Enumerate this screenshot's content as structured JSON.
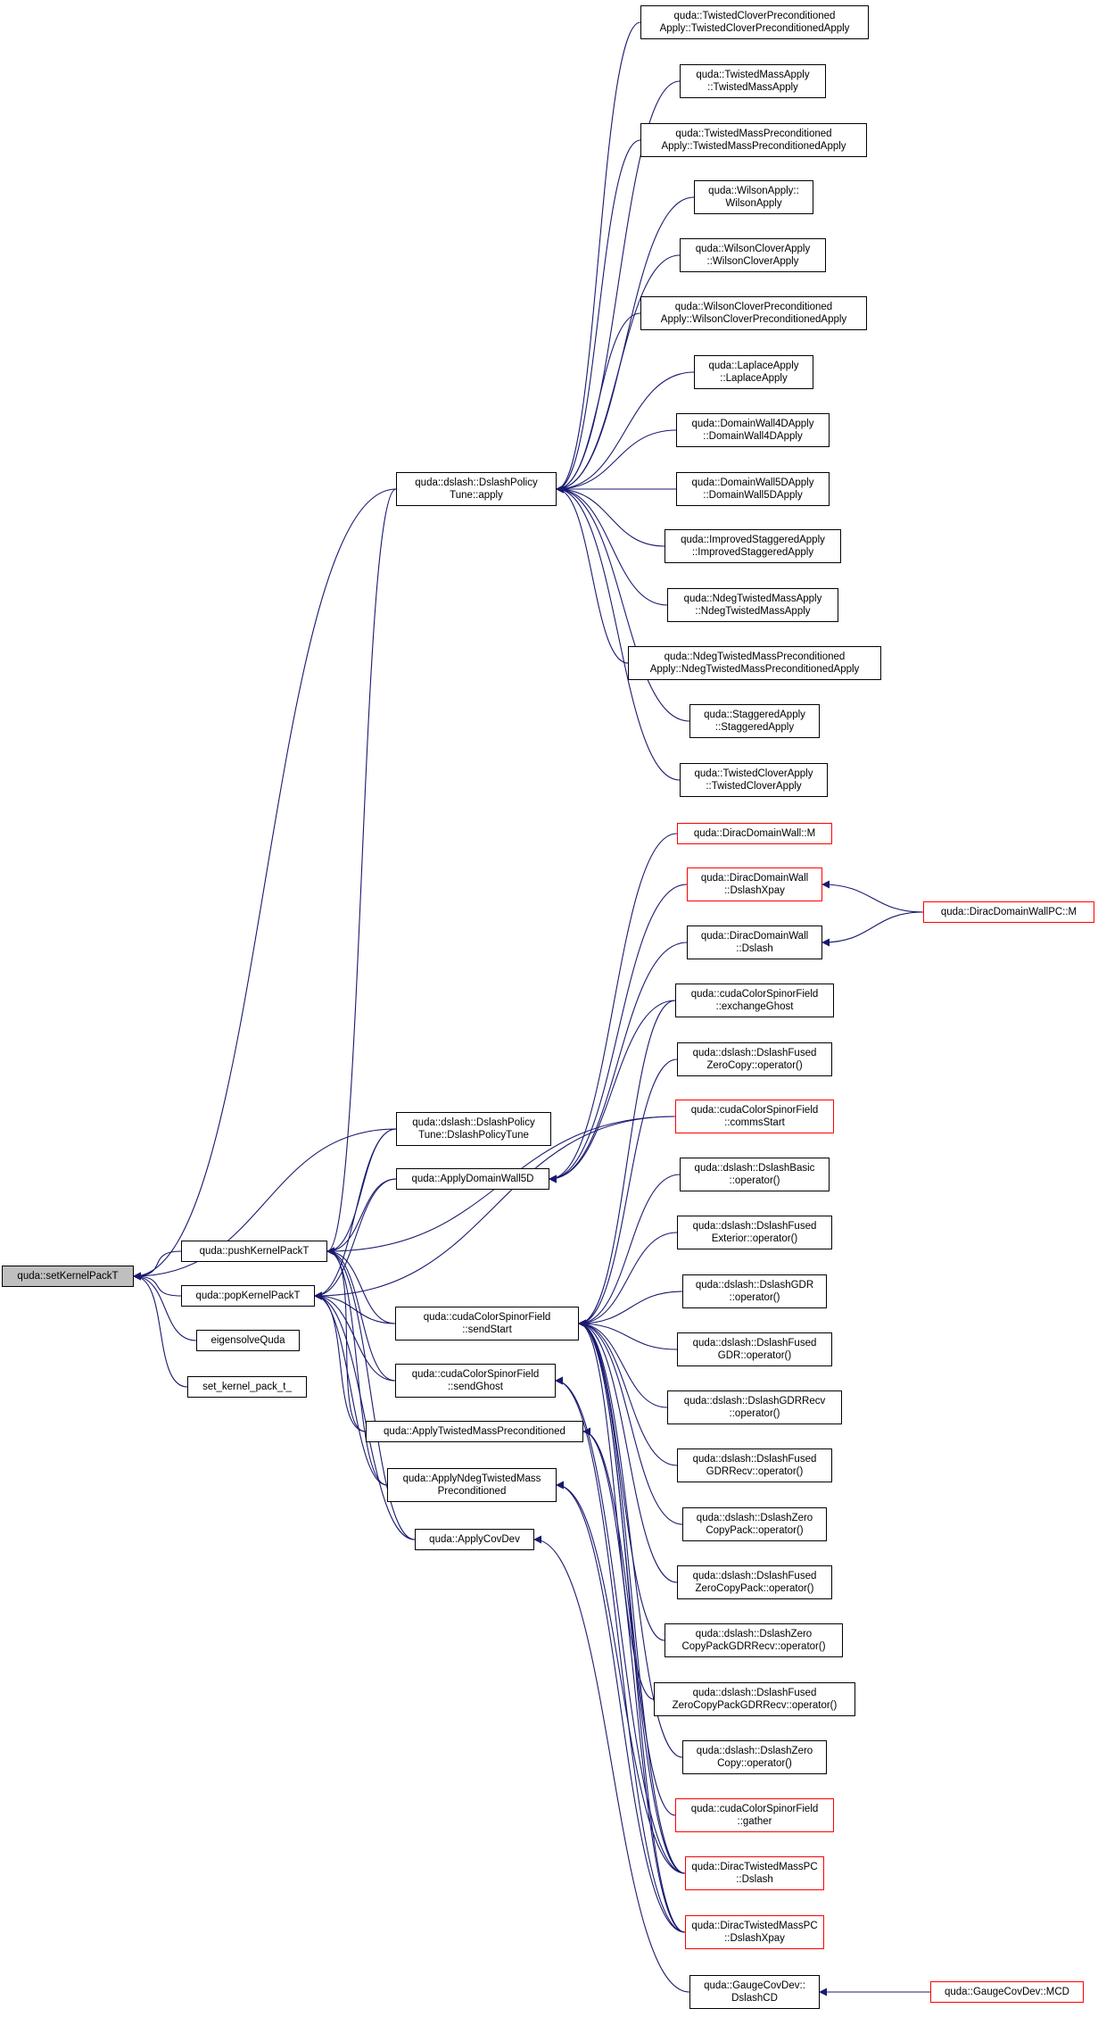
{
  "graph": {
    "edge_color": "#191970",
    "root": {
      "label": "quda::setKernelPackT",
      "highlight": "#bfbfbf"
    },
    "nodes": {
      "n_root": [
        "quda::setKernelPackT"
      ],
      "n_push": [
        "quda::pushKernelPackT"
      ],
      "n_pop": [
        "quda::popKernelPackT"
      ],
      "n_eig": [
        "eigensolveQuda"
      ],
      "n_set": [
        "set_kernel_pack_t_"
      ],
      "n_dpt": [
        "quda::dslash::DslashPolicy",
        "Tune::apply"
      ],
      "n_dptc": [
        "quda::dslash::DslashPolicy",
        "Tune::DslashPolicyTune"
      ],
      "n_adw5": [
        "quda::ApplyDomainWall5D"
      ],
      "n_sendstart": [
        "quda::cudaColorSpinorField",
        "::sendStart"
      ],
      "n_sendghost": [
        "quda::cudaColorSpinorField",
        "::sendGhost"
      ],
      "n_atmp": [
        "quda::ApplyTwistedMassPreconditioned"
      ],
      "n_antm": [
        "quda::ApplyNdegTwistedMass",
        "Preconditioned"
      ],
      "n_acov": [
        "quda::ApplyCovDev"
      ],
      "r_tcpa": [
        "quda::TwistedCloverPreconditioned",
        "Apply::TwistedCloverPreconditionedApply"
      ],
      "r_tma": [
        "quda::TwistedMassApply",
        "::TwistedMassApply"
      ],
      "r_tmpa": [
        "quda::TwistedMassPreconditioned",
        "Apply::TwistedMassPreconditionedApply"
      ],
      "r_wa": [
        "quda::WilsonApply::",
        "WilsonApply"
      ],
      "r_wca": [
        "quda::WilsonCloverApply",
        "::WilsonCloverApply"
      ],
      "r_wcpa": [
        "quda::WilsonCloverPreconditioned",
        "Apply::WilsonCloverPreconditionedApply"
      ],
      "r_la": [
        "quda::LaplaceApply",
        "::LaplaceApply"
      ],
      "r_dw4": [
        "quda::DomainWall4DApply",
        "::DomainWall4DApply"
      ],
      "r_dw5": [
        "quda::DomainWall5DApply",
        "::DomainWall5DApply"
      ],
      "r_isa": [
        "quda::ImprovedStaggeredApply",
        "::ImprovedStaggeredApply"
      ],
      "r_ntm": [
        "quda::NdegTwistedMassApply",
        "::NdegTwistedMassApply"
      ],
      "r_ntmp": [
        "quda::NdegTwistedMassPreconditioned",
        "Apply::NdegTwistedMassPreconditionedApply"
      ],
      "r_sa": [
        "quda::StaggeredApply",
        "::StaggeredApply"
      ],
      "r_tca": [
        "quda::TwistedCloverApply",
        "::TwistedCloverApply"
      ],
      "r_ddwm": [
        "quda::DiracDomainWall::M"
      ],
      "r_ddwx": [
        "quda::DiracDomainWall",
        "::DslashXpay"
      ],
      "r_ddwd": [
        "quda::DiracDomainWall",
        "::Dslash"
      ],
      "r_xg": [
        "quda::cudaColorSpinorField",
        "::exchangeGhost"
      ],
      "r_dfzc": [
        "quda::dslash::DslashFused",
        "ZeroCopy::operator()"
      ],
      "r_cs": [
        "quda::cudaColorSpinorField",
        "::commsStart"
      ],
      "r_db": [
        "quda::dslash::DslashBasic",
        "::operator()"
      ],
      "r_dfe": [
        "quda::dslash::DslashFused",
        "Exterior::operator()"
      ],
      "r_dg": [
        "quda::dslash::DslashGDR",
        "::operator()"
      ],
      "r_dfg": [
        "quda::dslash::DslashFused",
        "GDR::operator()"
      ],
      "r_dgr": [
        "quda::dslash::DslashGDRRecv",
        "::operator()"
      ],
      "r_dfgr": [
        "quda::dslash::DslashFused",
        "GDRRecv::operator()"
      ],
      "r_dzcp": [
        "quda::dslash::DslashZero",
        "CopyPack::operator()"
      ],
      "r_dfzcp": [
        "quda::dslash::DslashFused",
        "ZeroCopyPack::operator()"
      ],
      "r_dzcpg": [
        "quda::dslash::DslashZero",
        "CopyPackGDRRecv::operator()"
      ],
      "r_dfzcpg": [
        "quda::dslash::DslashFused",
        "ZeroCopyPackGDRRecv::operator()"
      ],
      "r_dzc": [
        "quda::dslash::DslashZero",
        "Copy::operator()"
      ],
      "r_gather": [
        "quda::cudaColorSpinorField",
        "::gather"
      ],
      "r_dtmd": [
        "quda::DiracTwistedMassPC",
        "::Dslash"
      ],
      "r_dtmx": [
        "quda::DiracTwistedMassPC",
        "::DslashXpay"
      ],
      "r_gcd": [
        "quda::GaugeCovDev::",
        "DslashCD"
      ],
      "f_ddwpcm": [
        "quda::DiracDomainWallPC::M"
      ],
      "f_gcmcd": [
        "quda::GaugeCovDev::MCD"
      ]
    }
  }
}
